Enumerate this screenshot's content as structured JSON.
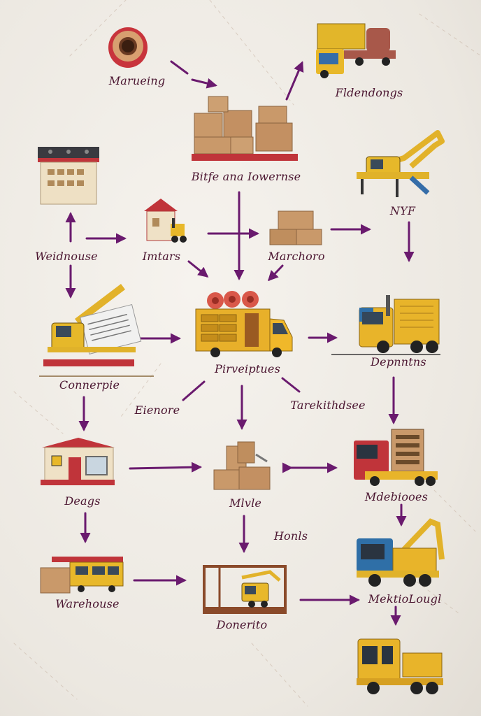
{
  "labels": {
    "marketing": "Marueing",
    "fldendongs": "Fldendongs",
    "bitfe": "Bitfe ana Iowernse",
    "nyf": "NYF",
    "weidnouse": "Weidnouse",
    "imtars": "Imtars",
    "marchoro": "Marchoro",
    "connerpie": "Connerpie",
    "pirveiptues": "Pirveiptues",
    "depnntns": "Depnntns",
    "eienore": "Eienore",
    "tarekithdsee": "Tarekithdsee",
    "deags": "Deags",
    "mlvle": "Mlvle",
    "mdebiooes": "Mdebiooes",
    "honls": "Honls",
    "warehouse": "Warehouse",
    "donerito": "Donerito",
    "mektiolougl": "MektioLougl"
  },
  "colors": {
    "arrow": "#6a1a6e",
    "crate": "#c9a06c",
    "yellow": "#e9b227",
    "red": "#b8323a",
    "blue": "#2f6fa7"
  },
  "icons": {
    "tape-roll": "tape-roll-icon",
    "tanker-truck": "tanker-truck-icon",
    "box-pile": "box-pile-icon",
    "building": "building-icon",
    "excavator": "excavator-icon",
    "forklift-house": "forklift-house-icon",
    "box-stack": "box-stack-icon",
    "crane-flatbed": "crane-flatbed-icon",
    "delivery-van": "delivery-van-icon",
    "semi-truck": "semi-truck-icon",
    "shop-house": "shop-house-icon",
    "parcel-cluster": "parcel-cluster-icon",
    "cargo-truck": "cargo-truck-icon",
    "wagon": "wagon-icon",
    "forklift-frame": "forklift-frame-icon",
    "crane-truck": "crane-truck-icon",
    "dump-truck": "dump-truck-icon"
  }
}
